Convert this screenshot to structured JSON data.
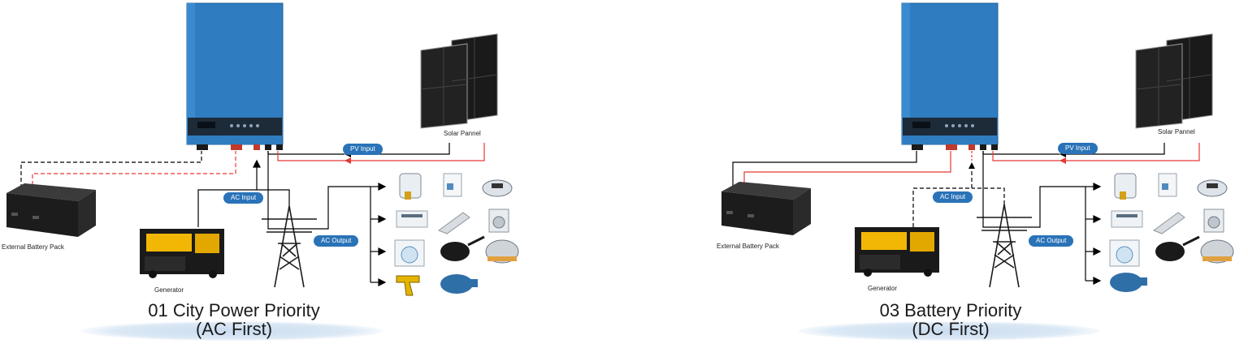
{
  "panels": [
    {
      "title_line1": "01 City Power Priority",
      "title_line2": "(AC First)",
      "pv_input": "PV Input",
      "ac_input": "AC Input",
      "ac_output": "AC Output",
      "solar_panel": "Solar Pannel",
      "battery": "External Battery Pack",
      "generator": "Generator"
    },
    {
      "title_line1": "03 Battery Priority",
      "title_line2": "(DC First)",
      "pv_input": "PV Input",
      "ac_input": "AC Input",
      "ac_output": "AC Output",
      "solar_panel": "Solar Pannel",
      "battery": "External Battery Pack",
      "generator": "Generator"
    }
  ],
  "colors": {
    "inverter": "#2f7cc0",
    "label_bg": "#2a73b8",
    "pv_line": "#e53935",
    "ac_line": "#000000",
    "title_glow": "#cfe0f2"
  }
}
